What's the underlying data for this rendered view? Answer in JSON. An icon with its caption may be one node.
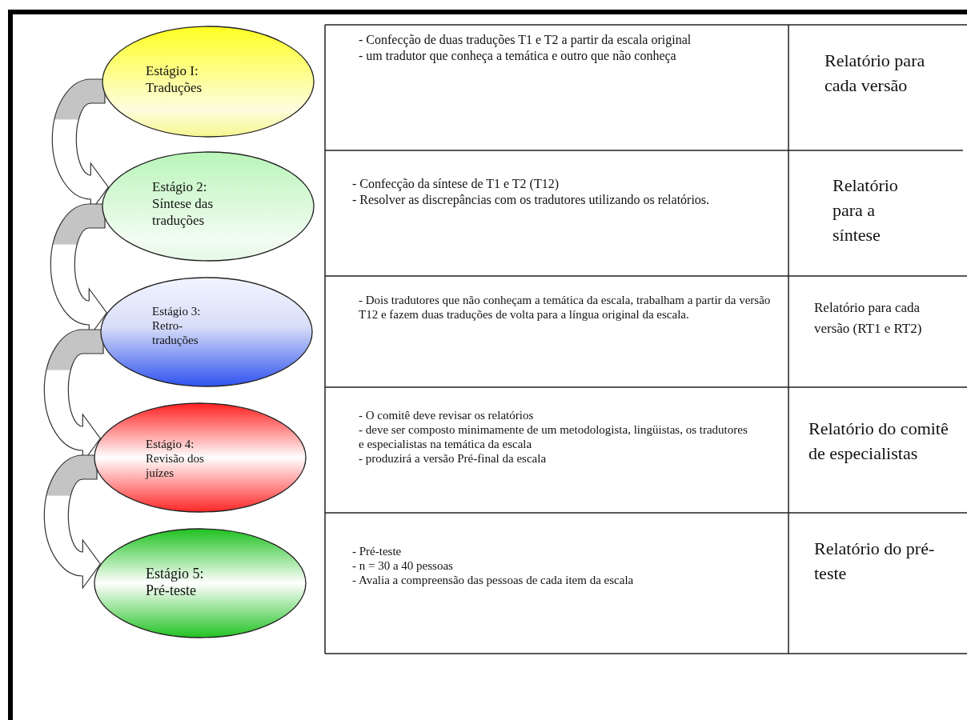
{
  "diagram": {
    "nodes": [
      {
        "text": [
          "Estágio I:",
          "Traduções"
        ]
      },
      {
        "text": [
          "Estágio 2:",
          "Síntese das traduções"
        ]
      },
      {
        "text": [
          "Estágio 3:",
          "Retro-traduções"
        ]
      },
      {
        "text": [
          "Estágio 4:",
          "Revisão dos juízes"
        ]
      },
      {
        "text": [
          "Estágio 5:",
          "Pré-teste"
        ]
      }
    ],
    "edges": [
      {
        "from": 0,
        "to": 1,
        "arrow": "to"
      },
      {
        "from": 1,
        "to": 2,
        "arrow": "to"
      },
      {
        "from": 2,
        "to": 3,
        "arrow": "to"
      },
      {
        "from": 3,
        "to": 4,
        "arrow": "to"
      }
    ],
    "labels": [
      "- Confecção de duas traduções T1 e T2 a partir da escala original",
      "- um tradutor que conheça a temática e outro que não conheça",
      "Relatório para cada versão",
      "- Confecção da síntese de T1 e T2 (T12)",
      "- Resolver as discrepâncias com os tradutores utilizando os relatórios.",
      "Relatório para a síntese",
      "- Dois tradutores que não conheçam a temática da escala, trabalham a partir da versão T12 e fazem duas traduções de volta para a língua original da escala.",
      "Relatório para cada versão (RT1 e RT2)",
      "- O comitê deve revisar os relatórios",
      "- deve ser composto minimamente de um metodologista, lingüistas, os tradutores e especialistas na temática da escala",
      "- produzirá a versão Pré-final da escala",
      "Relatório do comitê de especialistas",
      "- Pré-teste",
      "- n = 30 a 40 pessoas",
      "- Avalia a compreensão das pessoas de cada item da escala",
      "Relatório do pré-teste"
    ]
  }
}
